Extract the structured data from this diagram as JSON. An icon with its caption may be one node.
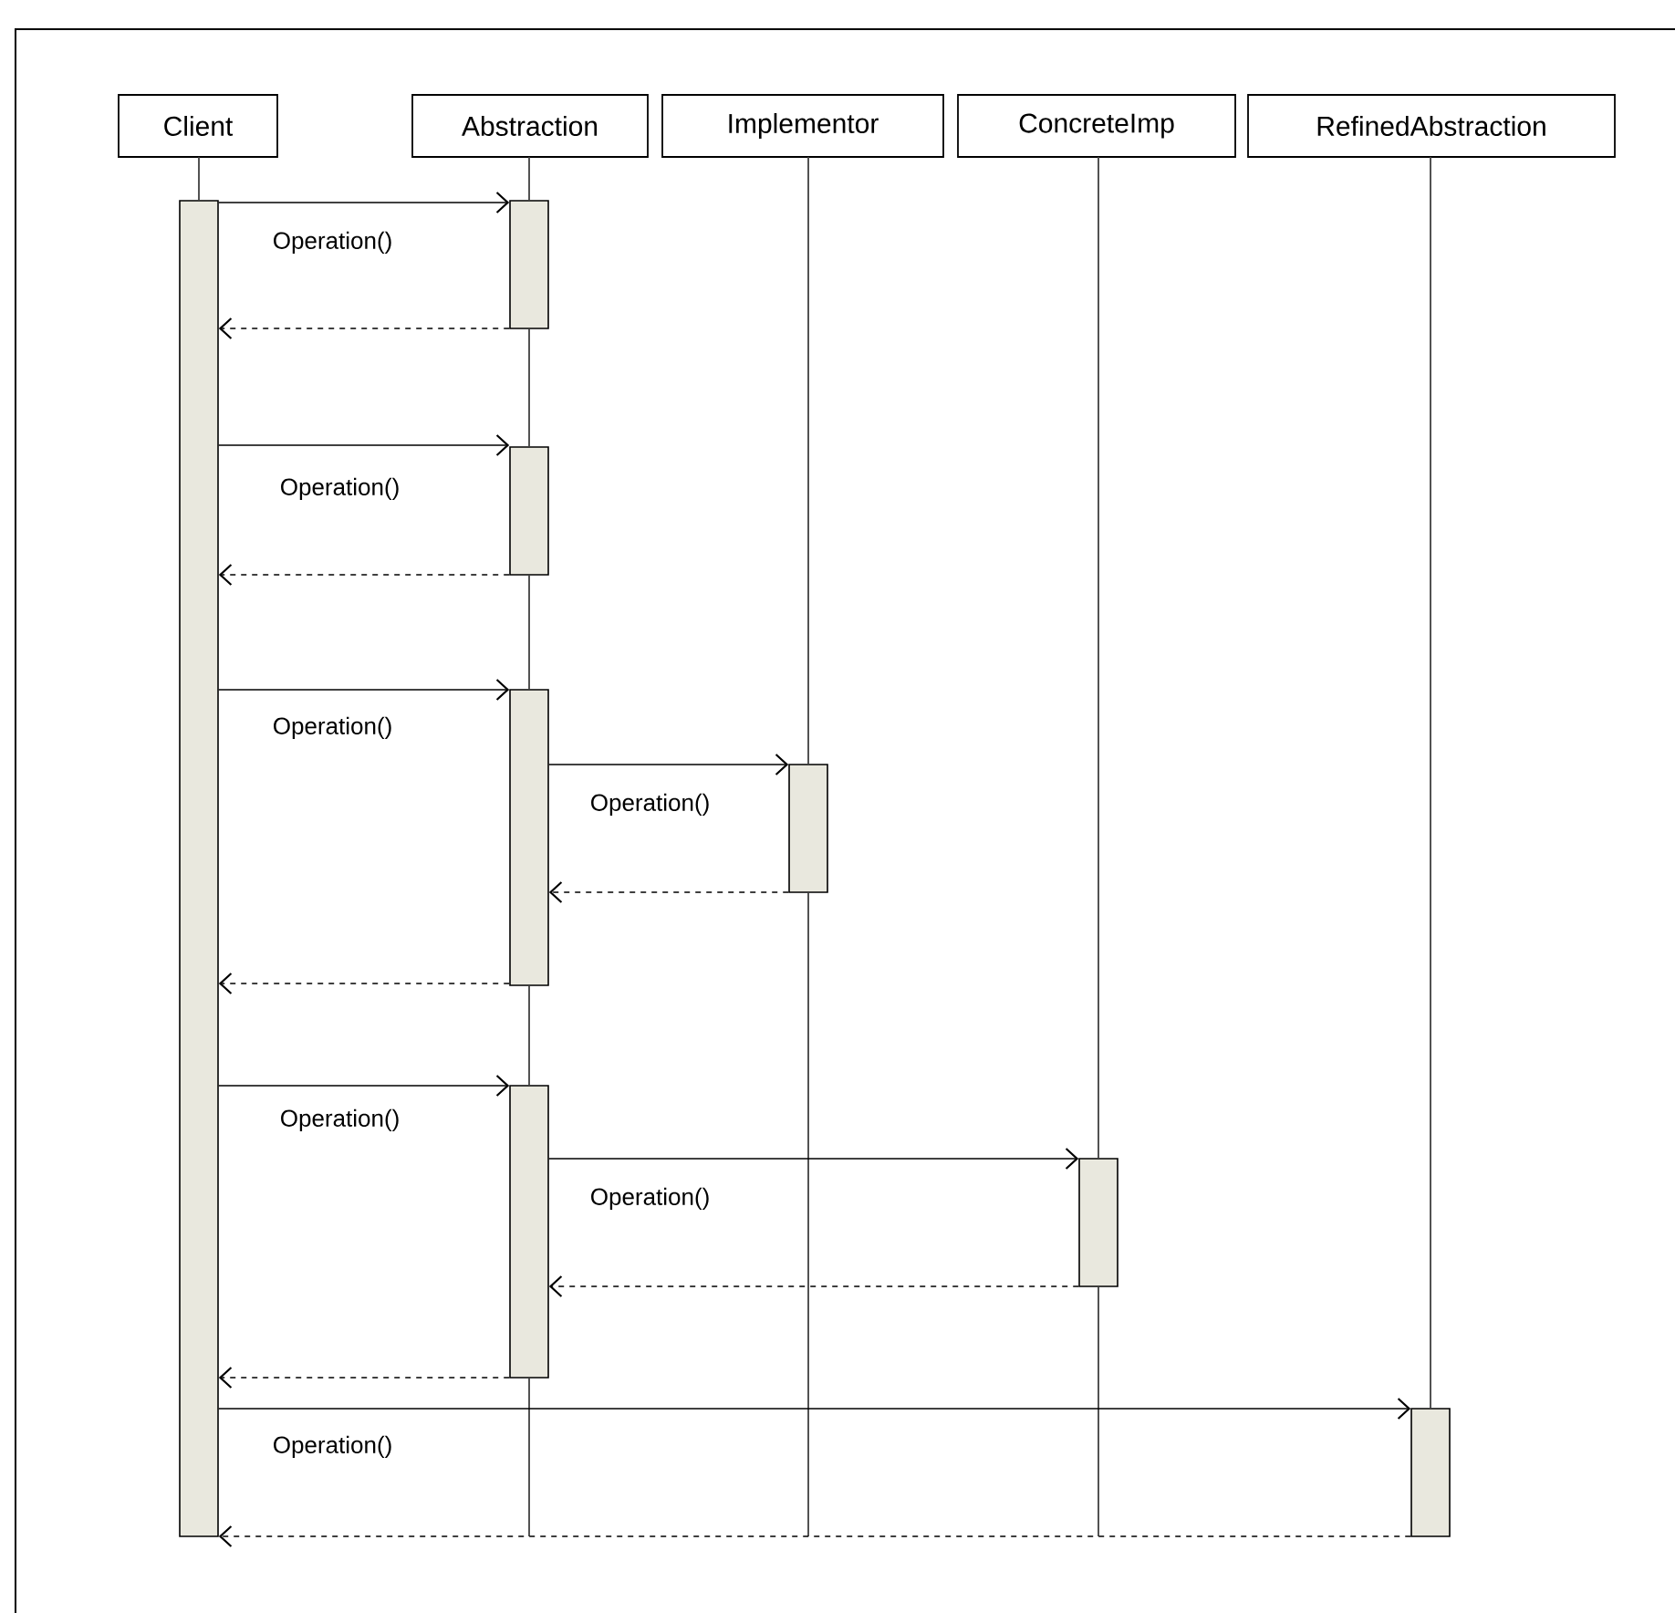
{
  "diagram": {
    "nodes": [
      {
        "text": [
          "Client"
        ]
      },
      {
        "text": [
          "Abstraction"
        ]
      },
      {
        "text": [
          "Implementor"
        ]
      },
      {
        "text": [
          "ConcreteImp"
        ]
      },
      {
        "text": [
          "RefinedAbstraction"
        ]
      },
      {
        "text": [],
        "shape": "bar"
      },
      {
        "text": [],
        "shape": "bar"
      },
      {
        "text": [],
        "shape": "bar"
      },
      {
        "text": [],
        "shape": "bar"
      },
      {
        "text": [],
        "shape": "bar"
      },
      {
        "text": [],
        "shape": "bar"
      },
      {
        "text": [],
        "shape": "bar"
      },
      {
        "text": [],
        "shape": "bar"
      }
    ],
    "edges": [
      {
        "from": 5,
        "to": 6,
        "arrow": "to",
        "label": "Operation()"
      },
      {
        "from": 6,
        "to": 5,
        "arrow": "to",
        "style": "dashed"
      },
      {
        "from": 5,
        "to": 7,
        "arrow": "to",
        "label": "Operation()"
      },
      {
        "from": 7,
        "to": 5,
        "arrow": "to",
        "style": "dashed"
      },
      {
        "from": 5,
        "to": 8,
        "arrow": "to",
        "label": "Operation()"
      },
      {
        "from": 8,
        "to": 9,
        "arrow": "to",
        "label": "Operation()"
      },
      {
        "from": 9,
        "to": 8,
        "arrow": "to",
        "style": "dashed"
      },
      {
        "from": 8,
        "to": 5,
        "arrow": "to",
        "style": "dashed"
      },
      {
        "from": 5,
        "to": 10,
        "arrow": "to",
        "label": "Operation()"
      },
      {
        "from": 10,
        "to": 11,
        "arrow": "to",
        "label": "Operation()"
      },
      {
        "from": 11,
        "to": 10,
        "arrow": "to",
        "style": "dashed"
      },
      {
        "from": 10,
        "to": 5,
        "arrow": "to",
        "style": "dashed"
      },
      {
        "from": 5,
        "to": 12,
        "arrow": "to",
        "label": "Operation()"
      },
      {
        "from": 12,
        "to": 5,
        "arrow": "to",
        "style": "dashed"
      },
      {
        "from": 0,
        "to": 5,
        "arrow": "none"
      },
      {
        "from": 1,
        "to": 6,
        "arrow": "none"
      },
      {
        "from": 6,
        "to": 7,
        "arrow": "none"
      },
      {
        "from": 7,
        "to": 8,
        "arrow": "none"
      },
      {
        "from": 8,
        "to": 10,
        "arrow": "none"
      },
      {
        "from": 10,
        "to": null,
        "arrow": "none"
      },
      {
        "from": 2,
        "to": 9,
        "arrow": "none"
      },
      {
        "from": 9,
        "to": null,
        "arrow": "none"
      },
      {
        "from": 3,
        "to": 11,
        "arrow": "none"
      },
      {
        "from": 11,
        "to": null,
        "arrow": "none"
      },
      {
        "from": 4,
        "to": 12,
        "arrow": "none"
      }
    ]
  }
}
